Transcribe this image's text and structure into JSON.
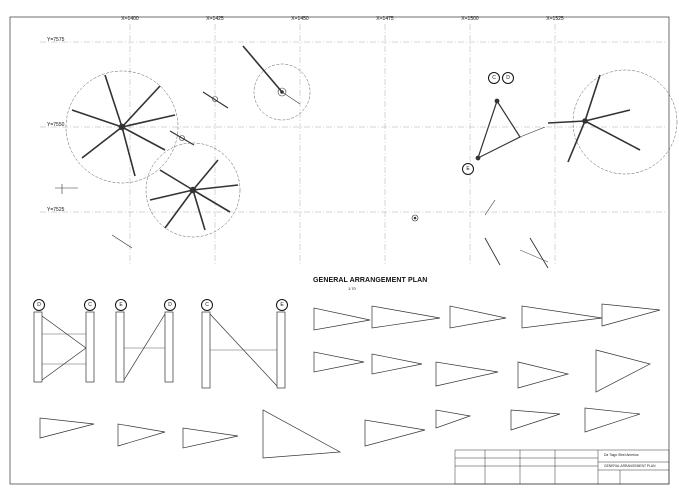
{
  "drawing": {
    "main_title": "GENERAL ARRANGEMENT PLAN",
    "main_scale": "1:70",
    "grid_x": [
      "X=1400",
      "X=1425",
      "X=1450",
      "X=1475",
      "X=1500",
      "X=1525"
    ],
    "grid_y": [
      "Y=7575",
      "Y=7550",
      "Y=7525"
    ],
    "elevation_bubbles": [
      "D",
      "C",
      "E",
      "D",
      "C",
      "E"
    ],
    "plan_bubbles": [
      "C",
      "D",
      "E"
    ]
  },
  "title_block": {
    "company": "Da Tiago Steel America",
    "drawing_title": "GENERAL ARRANGEMENT PLAN"
  }
}
